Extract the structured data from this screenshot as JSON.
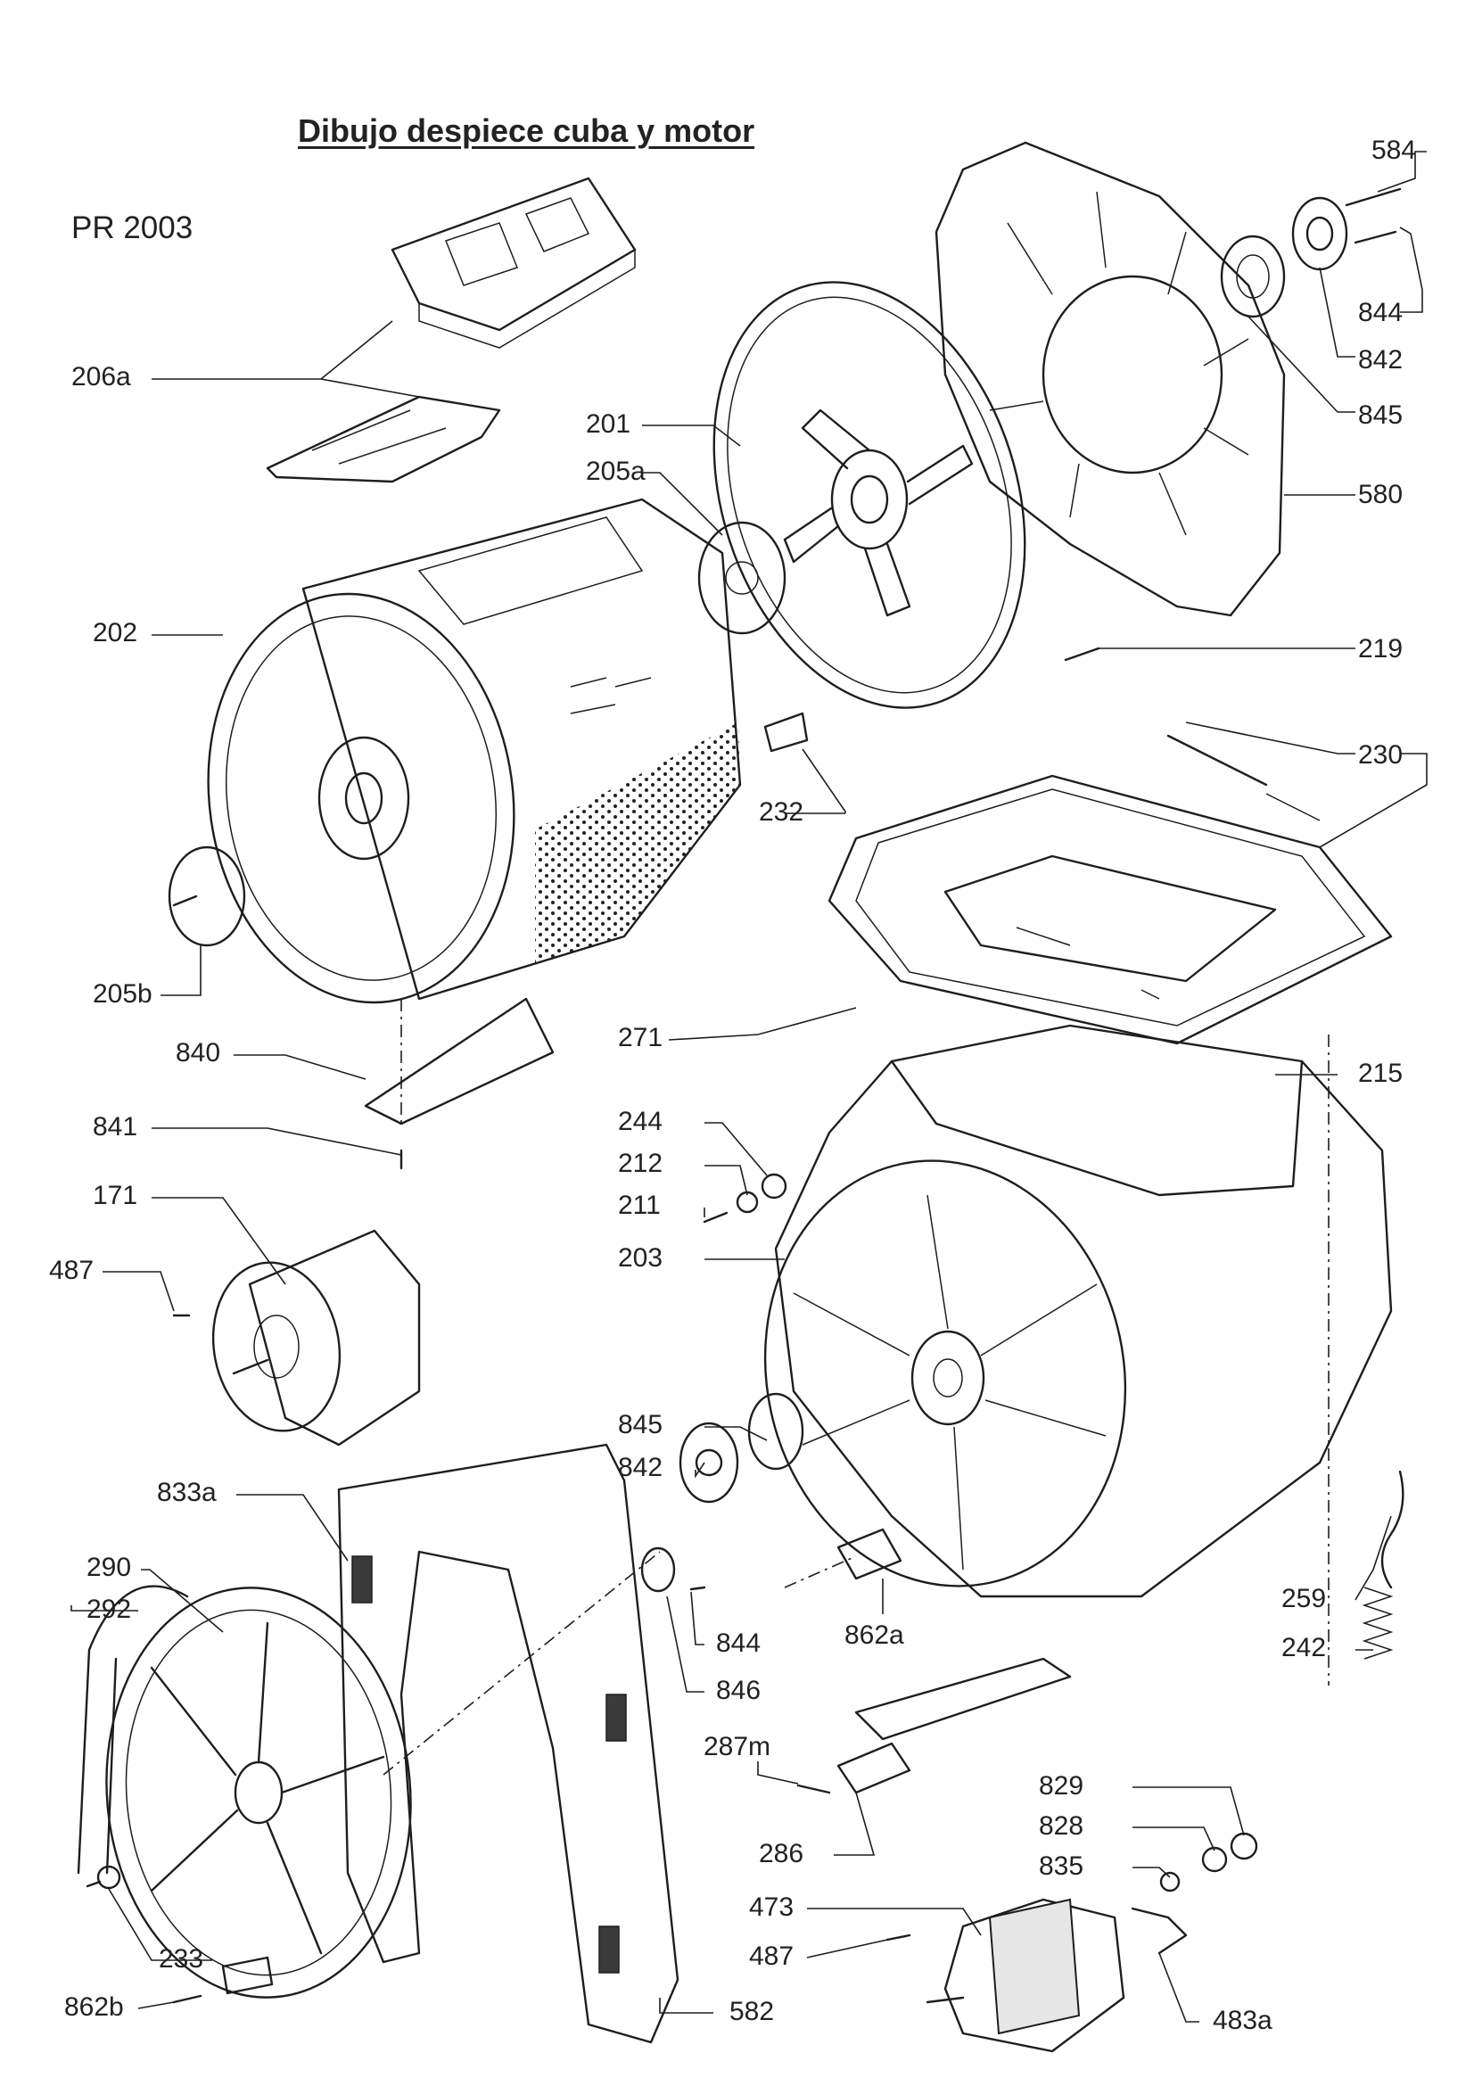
{
  "title": "Dibujo despiece cuba y motor",
  "model": "PR 2003",
  "part_labels": [
    "584",
    "844",
    "842",
    "845",
    "580",
    "219",
    "230",
    "201",
    "205a",
    "206a",
    "202",
    "232",
    "271",
    "215",
    "205b",
    "840",
    "841",
    "244",
    "212",
    "211",
    "203",
    "171",
    "487",
    "845",
    "842",
    "833a",
    "290",
    "292",
    "259",
    "242",
    "844",
    "846",
    "862a",
    "287m",
    "829",
    "828",
    "835",
    "286",
    "473",
    "487",
    "233",
    "862b",
    "582",
    "483a"
  ]
}
